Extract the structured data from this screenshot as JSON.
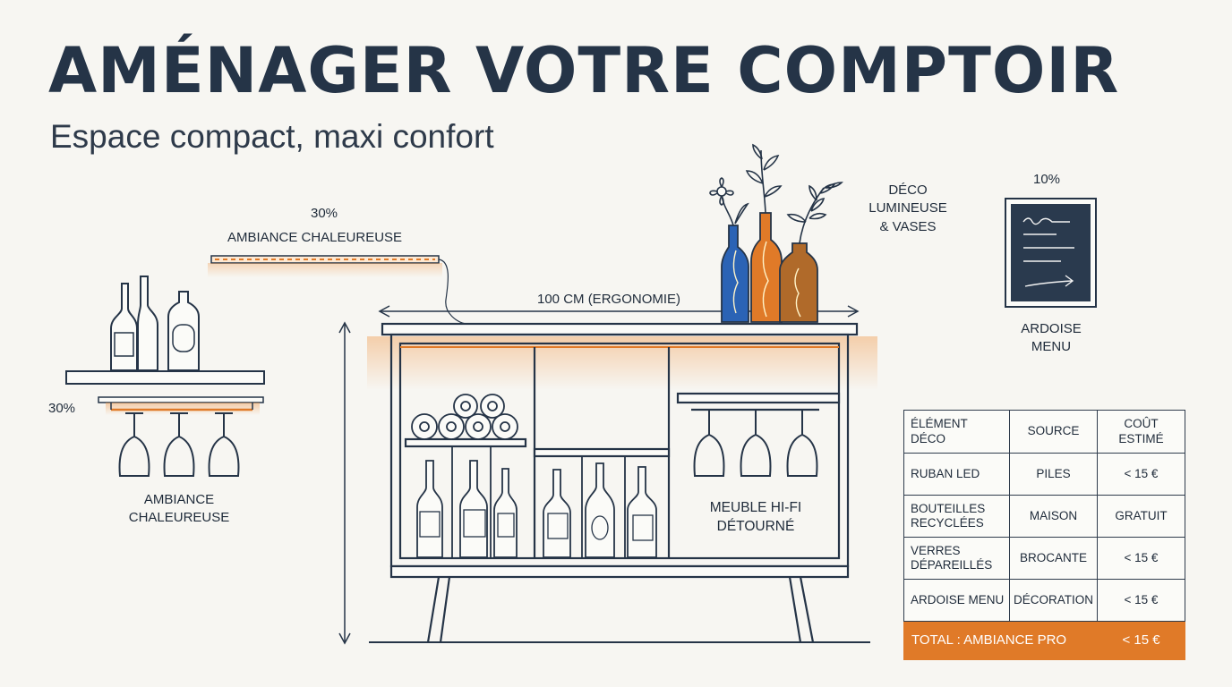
{
  "header": {
    "title": "AMÉNAGER VOTRE COMPTOIR",
    "subtitle": "Espace compact, maxi confort"
  },
  "labels": {
    "ambiance_top_percent": "30%",
    "ambiance_top": "AMBIANCE CHALEUREUSE",
    "shelf_percent": "30%",
    "ambiance_left": [
      "AMBIANCE",
      "CHALEUREUSE"
    ],
    "width_dimension": "100 CM (ERGONOMIE)",
    "deco_lumineuse": [
      "DÉCO",
      "LUMINEUSE",
      "& VASES"
    ],
    "ardoise_percent": "10%",
    "ardoise_menu": [
      "ARDOISE",
      "MENU"
    ],
    "meuble_hifi": [
      "MEUBLE HI-FI",
      "DÉTOURNÉ"
    ]
  },
  "table": {
    "headers": [
      "ÉLÉMENT DÉCO",
      "SOURCE",
      "COÛT ESTIMÉ"
    ],
    "rows": [
      [
        "RUBAN LED",
        "PILES",
        "< 15 €"
      ],
      [
        "BOUTEILLES RECYCLÉES",
        "MAISON",
        "GRATUIT"
      ],
      [
        "VERRES DÉPAREILLÉS",
        "BROCANTE",
        "< 15 €"
      ],
      [
        "ARDOISE MENU",
        "DÉCORATION",
        "< 15 €"
      ]
    ],
    "total_label": "TOTAL : AMBIANCE PRO",
    "total_value": "< 15 €"
  },
  "colors": {
    "ink": "#253447",
    "accent_orange": "#e07a28",
    "bottle_blue": "#2b63b5",
    "bottle_amber": "#b06a2a",
    "background": "#f7f6f2"
  }
}
